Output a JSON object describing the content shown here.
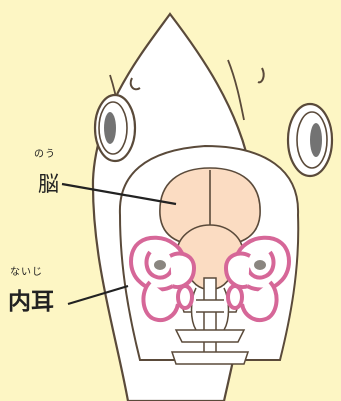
{
  "labels": {
    "brain": {
      "ruby": "のう",
      "text": "脳"
    },
    "inner_ear": {
      "ruby": "ないじ",
      "text": "内耳"
    }
  },
  "colors": {
    "background": "#fdf6c4",
    "skin": "#ffffff",
    "outline": "#5a4a3a",
    "brain": "#fbdcc2",
    "ear_canal": "#e58ab0",
    "ear_stone": "#8a8680",
    "eye": "#737373"
  }
}
